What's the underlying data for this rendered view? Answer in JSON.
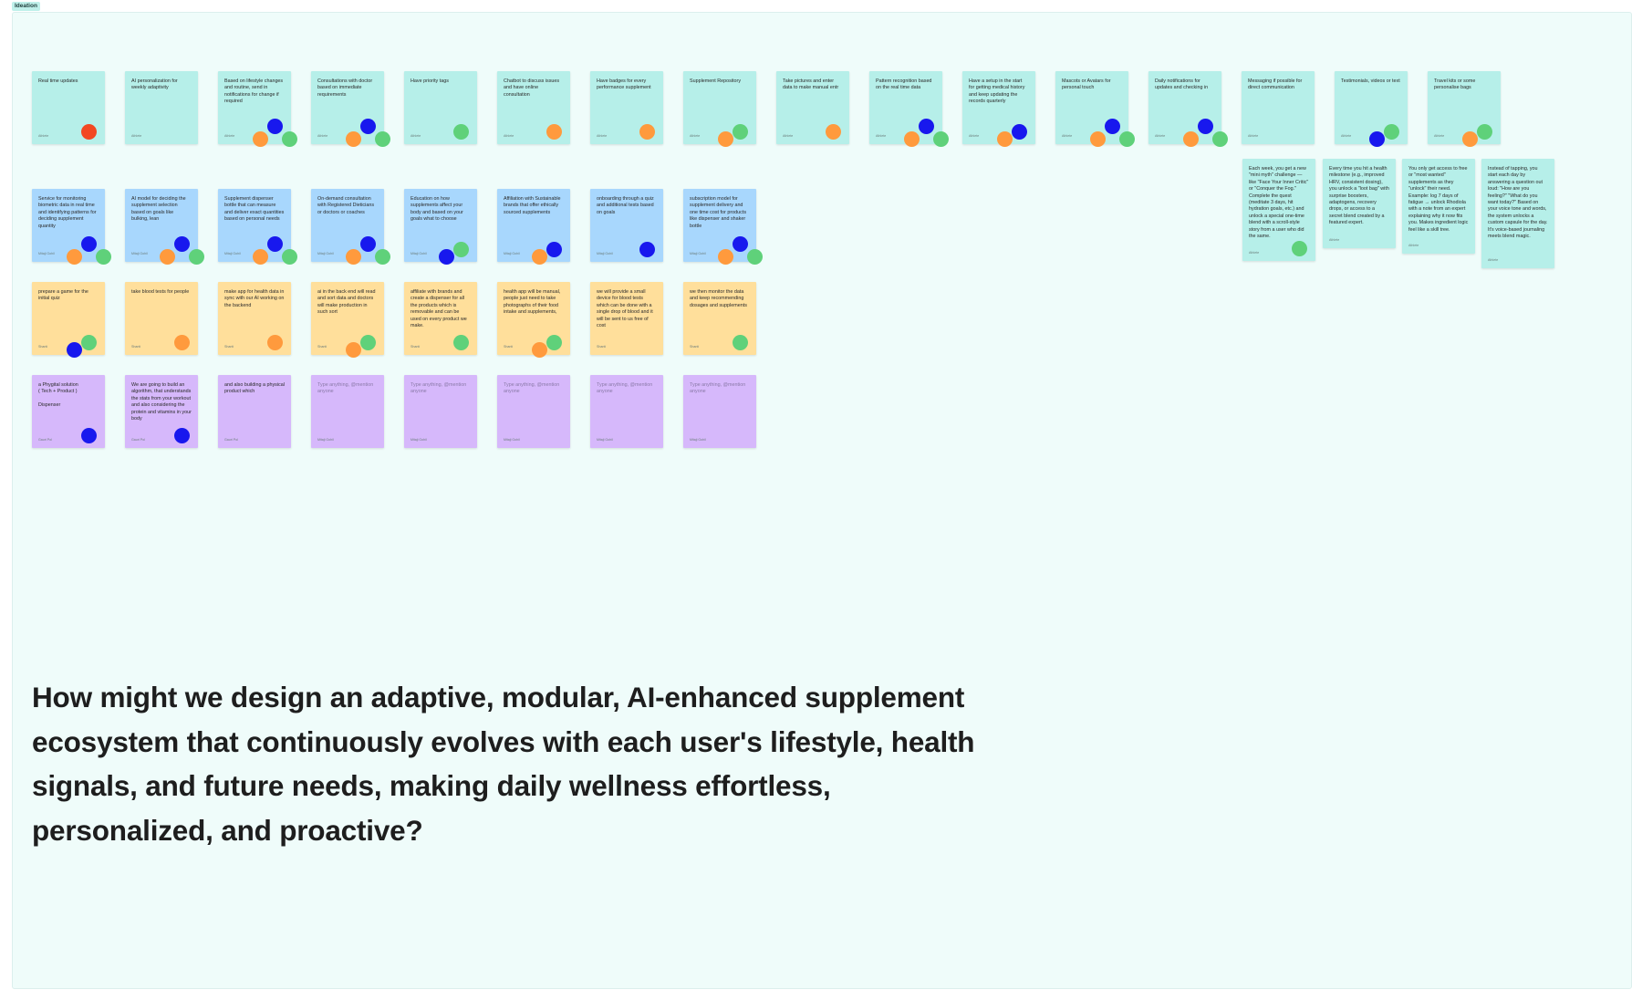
{
  "section": {
    "label": "Ideation"
  },
  "stickies": [
    {
      "text": "Real time updates",
      "author": "Athlete",
      "color": "teal",
      "dots": [
        "red"
      ]
    },
    {
      "text": "AI personalization for weekly adaptivity",
      "author": "Athlete",
      "color": "teal",
      "dots": []
    },
    {
      "text": "Based on lifestyle changes and routine, send in notifications for change if required",
      "author": "Athlete",
      "color": "teal",
      "dots": [
        "orange",
        "blue",
        "green"
      ]
    },
    {
      "text": "Consultations with doctor based on immediate requirements",
      "author": "Athlete",
      "color": "teal",
      "dots": [
        "orange",
        "blue",
        "green"
      ]
    },
    {
      "text": "Have priority tags",
      "author": "Athlete",
      "color": "teal",
      "dots": [
        "green"
      ]
    },
    {
      "text": "Chatbot to discuss issues and have online consultation",
      "author": "Athlete",
      "color": "teal",
      "dots": [
        "orange"
      ]
    },
    {
      "text": "Have badges for every performance supplement",
      "author": "Athlete",
      "color": "teal",
      "dots": [
        "orange"
      ]
    },
    {
      "text": "Supplement Repository",
      "author": "Athlete",
      "color": "teal",
      "dots": [
        "orange",
        "green"
      ]
    },
    {
      "text": "Take pictures and enter data to make manual entr",
      "author": "Athlete",
      "color": "teal",
      "dots": [
        "orange"
      ]
    },
    {
      "text": "Pattern recognition based on the real time data",
      "author": "Athlete",
      "color": "teal",
      "dots": [
        "orange",
        "blue",
        "green"
      ]
    },
    {
      "text": "Have a setup in the start for getting medical history and keep updating the records quarterly",
      "author": "Athlete",
      "color": "teal",
      "dots": [
        "orange",
        "blue"
      ]
    },
    {
      "text": "Mascots or Avatars for personal touch",
      "author": "Athlete",
      "color": "teal",
      "dots": [
        "orange",
        "blue",
        "green"
      ]
    },
    {
      "text": "Daily notifications for updates and checking in",
      "author": "Athlete",
      "color": "teal",
      "dots": [
        "orange",
        "blue",
        "green"
      ]
    },
    {
      "text": "Messaging if possible for direct communication",
      "author": "Athlete",
      "color": "teal",
      "dots": []
    },
    {
      "text": "Testimonials, videos or text",
      "author": "Athlete",
      "color": "teal",
      "dots": [
        "blue",
        "green"
      ]
    },
    {
      "text": "Travel kits or some personalise bags",
      "author": "Athlete",
      "color": "teal",
      "dots": [
        "orange",
        "green"
      ]
    },
    {
      "text": "Each week, you get a new \"mini myth\" challenge — like \"Face Your Inner Critic\" or \"Conquer the Fog.\" Complete the quest (meditate 3 days, hit hydration goals, etc.) and unlock a special one-time blend with a scroll-style story from a user who did the same.",
      "author": "Athlete",
      "color": "teal",
      "dots": [
        "green"
      ]
    },
    {
      "text": "Every time you hit a health milestone (e.g., improved HRV, consistent dosing), you unlock a \"loot bag\" with surprise boosters, adaptogens, recovery drops, or access to a secret blend created by a featured expert.",
      "author": "Athlete",
      "color": "teal",
      "dots": []
    },
    {
      "text": "You only get access to free or \"most wanted\" supplements as they \"unlock\" their need. Example: log 7 days of fatigue → unlock Rhodiola with a note from an expert explaining why it now fits you. Makes ingredient logic feel like a skill tree.",
      "author": "Athlete",
      "color": "teal",
      "dots": []
    },
    {
      "text": "Instead of tapping, you start each day by answering a question out loud: \"How are you feeling?\" \"What do you want today?\" Based on your voice tone and words, the system unlocks a custom capsule for the day. It's voice-based journaling meets blend magic.",
      "author": "Athlete",
      "color": "teal",
      "dots": []
    },
    {
      "text": "Service for monitoring biometric data in real time and identifying patterns for deciding supplement quantity",
      "author": "Mitaji Gohil",
      "color": "blue",
      "dots": [
        "orange",
        "blue",
        "green"
      ]
    },
    {
      "text": "AI model for deciding the supplement selection based on goals like bulking, lean",
      "author": "Mitaji Gohil",
      "color": "blue",
      "dots": [
        "orange",
        "blue",
        "green"
      ]
    },
    {
      "text": "Supplement dispenser bottle that can measure and deliver exact quantities based on personal needs",
      "author": "Mitaji Gohil",
      "color": "blue",
      "dots": [
        "orange",
        "blue",
        "green"
      ]
    },
    {
      "text": "On-demand consultation with Registered Dieticians or doctors or coaches",
      "author": "Mitaji Gohil",
      "color": "blue",
      "dots": [
        "orange",
        "blue",
        "green"
      ]
    },
    {
      "text": "Education on how supplements affect your body and based on your goals what to choose",
      "author": "Mitaji Gohil",
      "color": "blue",
      "dots": [
        "blue",
        "green"
      ]
    },
    {
      "text": "Affiliation with Sustainable brands that offer ethically sourced supplements",
      "author": "Mitaji Gohil",
      "color": "blue",
      "dots": [
        "orange",
        "blue"
      ]
    },
    {
      "text": "onboarding through a quiz and additional tests based on goals",
      "author": "Mitaji Gohil",
      "color": "blue",
      "dots": [
        "blue"
      ]
    },
    {
      "text": "subscription model for supplement delivery and one time cost for products like dispenser and shaker bottle",
      "author": "Mitaji Gohil",
      "color": "blue",
      "dots": [
        "orange",
        "blue",
        "green"
      ]
    },
    {
      "text": "prepare a game for the initial quiz",
      "author": "Shanti",
      "color": "yellow",
      "dots": [
        "blue",
        "green"
      ]
    },
    {
      "text": "take blood tests for people",
      "author": "Shanti",
      "color": "yellow",
      "dots": [
        "orange"
      ]
    },
    {
      "text": "make app for health data in sync with our AI working on the backend",
      "author": "Shanti",
      "color": "yellow",
      "dots": [
        "orange"
      ]
    },
    {
      "text": "ai in the back end will read and sort data and doctors will make production in such sort",
      "author": "Shanti",
      "color": "yellow",
      "dots": [
        "orange",
        "green"
      ]
    },
    {
      "text": "affiliate with brands and create a dispenser for all the products which is removable and can be used on every product we make.",
      "author": "Shanti",
      "color": "yellow",
      "dots": [
        "green"
      ]
    },
    {
      "text": "health app will be manual, people just need to take photographs of their food intake and supplements,",
      "author": "Shanti",
      "color": "yellow",
      "dots": [
        "orange",
        "green"
      ]
    },
    {
      "text": "we will provide a small device for blood tests which can be done with a single drop of blood and it will be sent to us free of cost",
      "author": "Shanti",
      "color": "yellow",
      "dots": []
    },
    {
      "text": "we then monitor the data and keep recommending dosages and supplements",
      "author": "Shanti",
      "color": "yellow",
      "dots": [
        "green"
      ]
    },
    {
      "text": "a Phygital solution\n( Tech + Product )\n\nDispenser",
      "author": "Gauri Pol",
      "color": "purple",
      "dots": [
        "blue"
      ]
    },
    {
      "text": "We are going to build an algorithm, that understands the stats from your workout and also considering the protein and vitamins in your body",
      "author": "Gauri Pol",
      "color": "purple",
      "dots": [
        "blue"
      ]
    },
    {
      "text": "and also building a physical product which",
      "author": "Gauri Pol",
      "color": "purple",
      "dots": []
    },
    {
      "text": "Type anything, @mention anyone",
      "author": "Mitaji Gohil",
      "color": "purple",
      "placeholder": true,
      "dots": []
    },
    {
      "text": "Type anything, @mention anyone",
      "author": "Mitaji Gohil",
      "color": "purple",
      "placeholder": true,
      "dots": []
    },
    {
      "text": "Type anything, @mention anyone",
      "author": "Mitaji Gohil",
      "color": "purple",
      "placeholder": true,
      "dots": []
    },
    {
      "text": "Type anything, @mention anyone",
      "author": "Mitaji Gohil",
      "color": "purple",
      "placeholder": true,
      "dots": []
    },
    {
      "text": "Type anything, @mention anyone",
      "author": "Mitaji Gohil",
      "color": "purple",
      "placeholder": true,
      "dots": []
    }
  ],
  "hmw": {
    "text": "How might we design an adaptive, modular, AI-enhanced supplement ecosystem that continuously evolves with each user's lifestyle, health signals, and future needs, making daily wellness effortless, personalized, and proactive?"
  }
}
